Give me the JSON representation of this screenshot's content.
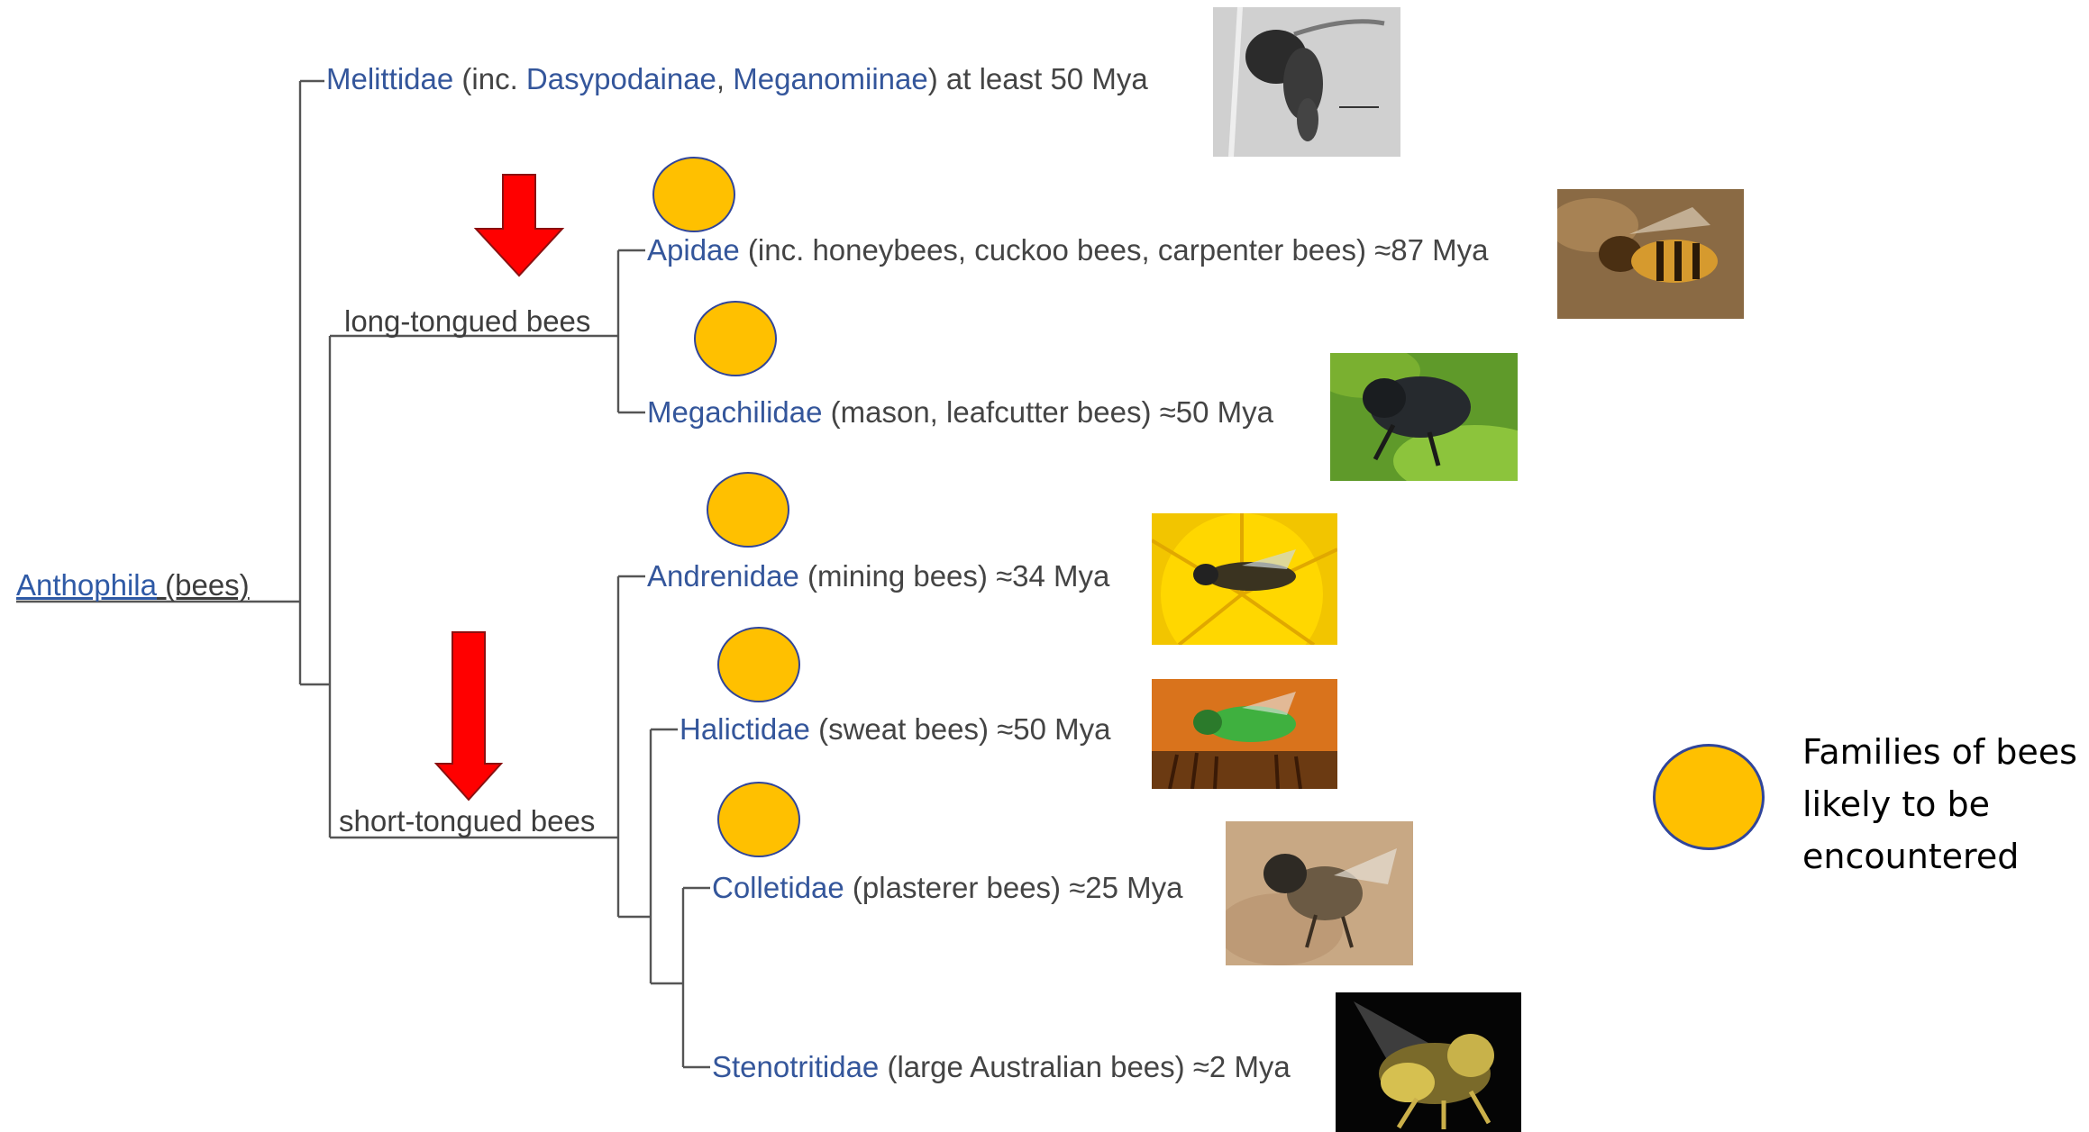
{
  "root": {
    "name": "Anthophila",
    "suffix": " (bees)"
  },
  "clades": {
    "long": "long-tongued bees",
    "short": "short-tongued bees"
  },
  "families": [
    {
      "name": "Melittidae",
      "pre": " (inc. ",
      "sub1": "Dasypodainae",
      "mid": ", ",
      "sub2": "Meganomiinae",
      "post": ") at least 50 Mya",
      "likely": false,
      "photo": "gray specimen"
    },
    {
      "name": "Apidae",
      "desc": " (inc. honeybees, cuckoo bees, carpenter bees) ≈87 Mya",
      "likely": true,
      "photo": "honeybee on brown"
    },
    {
      "name": "Megachilidae",
      "desc": " (mason, leafcutter bees) ≈50 Mya",
      "likely": true,
      "photo": "dark bee on green leaf"
    },
    {
      "name": "Andrenidae",
      "desc": " (mining bees) ≈34 Mya",
      "likely": true,
      "photo": "bee on yellow flower"
    },
    {
      "name": "Halictidae",
      "desc": " (sweat bees) ≈50 Mya",
      "likely": true,
      "photo": "green sweat bee on orange"
    },
    {
      "name": "Colletidae",
      "desc": " (plasterer bees) ≈25 Mya",
      "likely": true,
      "photo": "bee on sand"
    },
    {
      "name": "Stenotritidae",
      "desc": " (large Australian bees) ≈2 Mya",
      "likely": false,
      "photo": "yellow-haired bee on black"
    }
  ],
  "legend": {
    "line1": "Families of bees",
    "line2": "likely to be",
    "line3": "encountered"
  },
  "colors": {
    "marker_fill": "#ffc000",
    "marker_stroke": "#30459a",
    "arrow": "#ff0000",
    "taxon_link": "#34569b",
    "tree_line": "#555555"
  }
}
